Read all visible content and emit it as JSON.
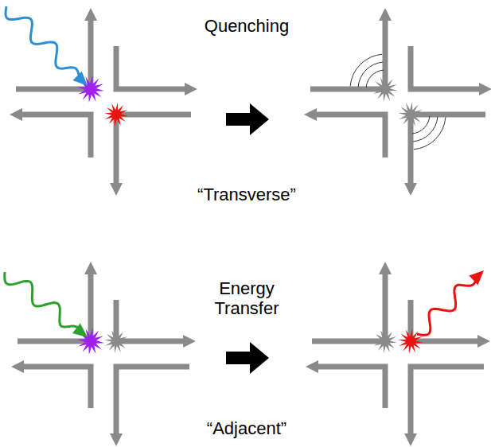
{
  "diagram": {
    "labels": [
      "Quenching",
      "“Transverse”",
      "Energy Transfer",
      "“Adjacent”"
    ]
  }
}
